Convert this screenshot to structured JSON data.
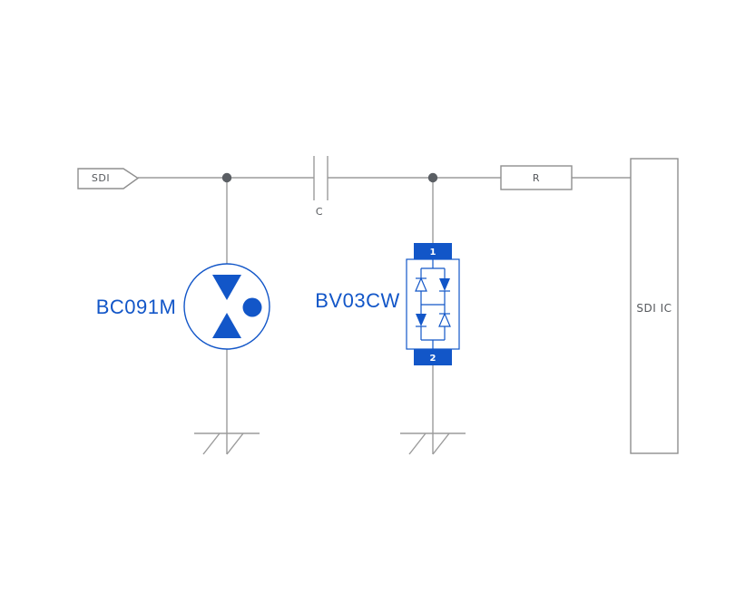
{
  "diagram": {
    "labels": {
      "input_port": "SDI",
      "capacitor": "C",
      "resistor": "R",
      "ic": "SDI IC",
      "left_device": "BC091M",
      "right_device": "BV03CW",
      "right_device_pin_top": "1",
      "right_device_pin_bottom": "2"
    },
    "colors": {
      "wire_gray": "#9b9b9b",
      "component_outline_gray": "#8f8f8f",
      "junction_dot": "#5a5e63",
      "device_blue": "#1256c8",
      "small_label_gray": "#55585c",
      "pin_text_white": "#ffffff",
      "background": "#ffffff"
    }
  }
}
